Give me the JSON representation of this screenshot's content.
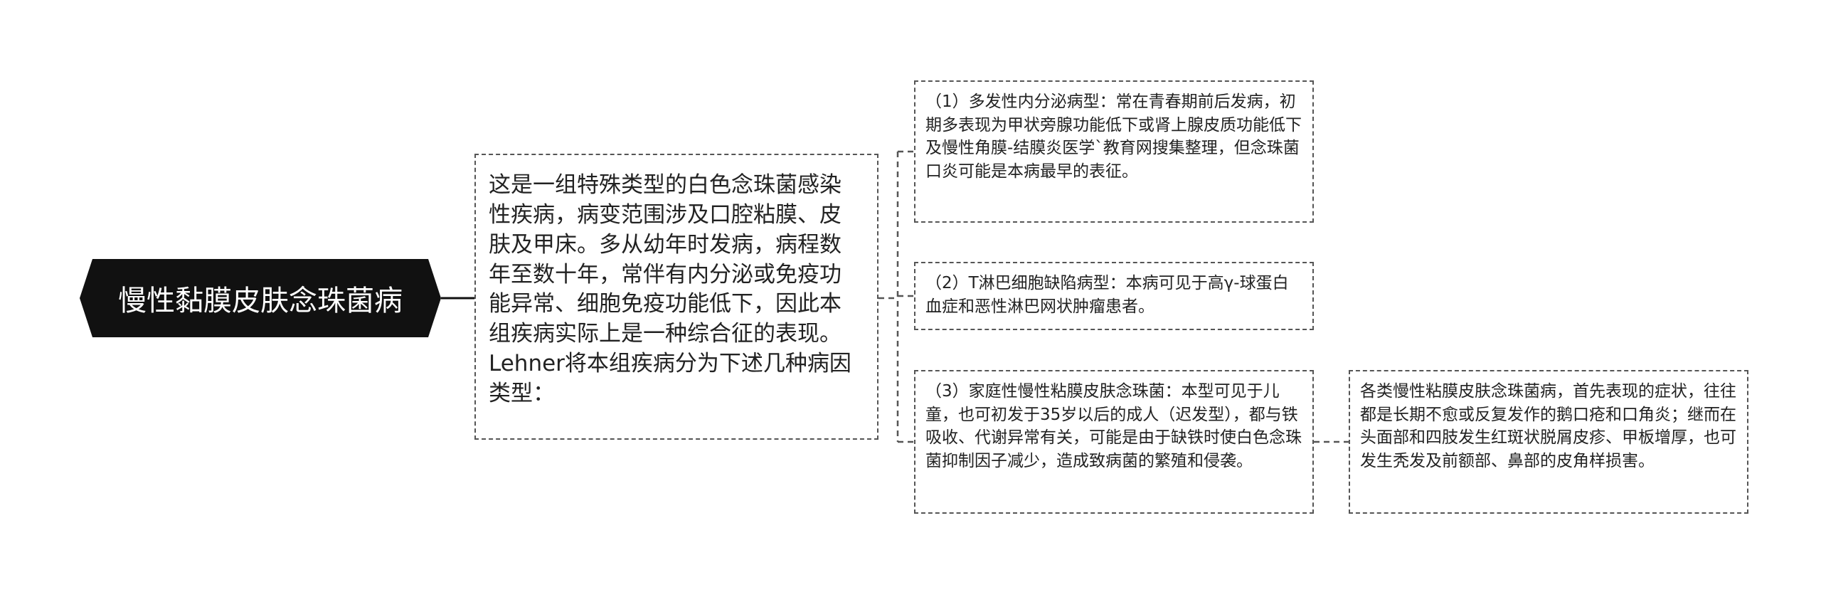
{
  "root": {
    "label": "慢性黏膜皮肤念珠菌病"
  },
  "intro": {
    "text": "这是一组特殊类型的白色念珠菌感染性疾病，病变范围涉及口腔粘膜、皮肤及甲床。多从幼年时发病，病程数年至数十年，常伴有内分泌或免疫功能异常、细胞免疫功能低下，因此本组疾病实际上是一种综合征的表现。Lehner将本组疾病分为下述几种病因类型："
  },
  "types": [
    {
      "text": "（1）多发性内分泌病型：常在青春期前后发病，初期多表现为甲状旁腺功能低下或肾上腺皮质功能低下及慢性角膜-结膜炎医学`教育网搜集整理，但念珠菌口炎可能是本病最早的表征。"
    },
    {
      "text": "（2）T淋巴细胞缺陷病型：本病可见于高γ-球蛋白血症和恶性淋巴网状肿瘤患者。"
    },
    {
      "text": "（3）家庭性慢性粘膜皮肤念珠菌：本型可见于儿童，也可初发于35岁以后的成人（迟发型），都与铁吸收、代谢异常有关，可能是由于缺铁时使白色念珠菌抑制因子减少，造成致病菌的繁殖和侵袭。"
    }
  ],
  "detail": {
    "text": "各类慢性粘膜皮肤念珠菌病，首先表现的症状，往往都是长期不愈或反复发作的鹅口疮和口角炎；继而在头面部和四肢发生红斑状脱屑皮疹、甲板增厚，也可发生秃发及前额部、鼻部的皮角样损害。"
  },
  "colors": {
    "root_fill": "#111111",
    "root_text": "#ffffff",
    "border": "#555555",
    "connector": "#555555"
  }
}
